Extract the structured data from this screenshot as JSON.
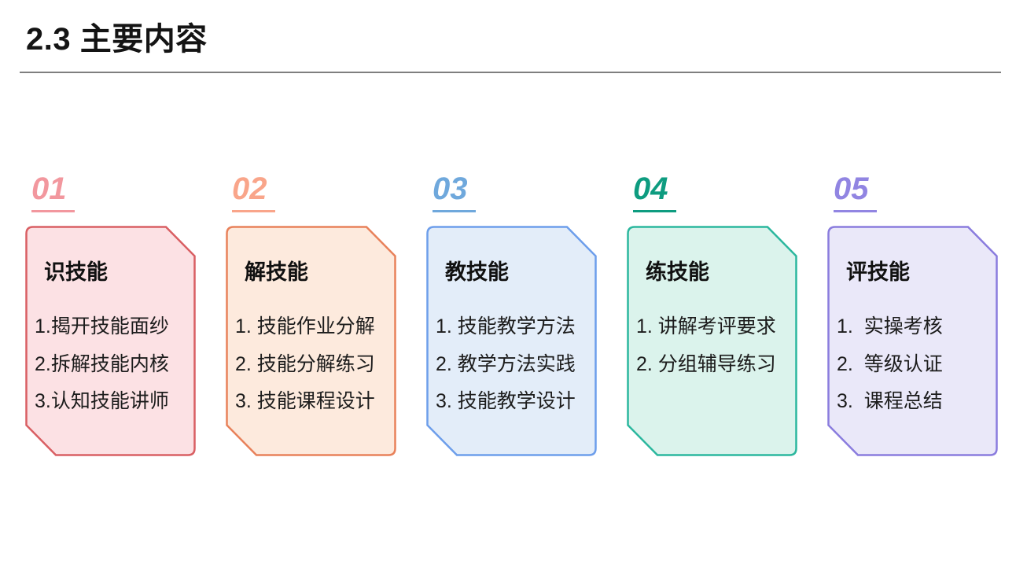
{
  "header": {
    "title": "2.3 主要内容"
  },
  "divider_color": "#7f7f7f",
  "cards": [
    {
      "number": "01",
      "title": "识技能",
      "items": [
        "1.揭开技能面纱",
        "2.拆解技能内核",
        "3.认知技能讲师"
      ],
      "accent": "#F2979E",
      "border": "#D95F63",
      "fill": "#FCE1E4"
    },
    {
      "number": "02",
      "title": "解技能",
      "items": [
        "1. 技能作业分解",
        "2. 技能分解练习",
        "3. 技能课程设计"
      ],
      "accent": "#F9A58A",
      "border": "#E8815A",
      "fill": "#FDEADD"
    },
    {
      "number": "03",
      "title": "教技能",
      "items": [
        "1. 技能教学方法",
        "2. 教学方法实践",
        "3. 技能教学设计"
      ],
      "accent": "#6FA8DC",
      "border": "#6D9EEB",
      "fill": "#E3EDF9"
    },
    {
      "number": "04",
      "title": "练技能",
      "items": [
        "1. 讲解考评要求",
        "2. 分组辅导练习"
      ],
      "accent": "#0E9C80",
      "border": "#2BB79E",
      "fill": "#DBF3EC"
    },
    {
      "number": "05",
      "title": "评技能",
      "items": [
        "1.  实操考核",
        "2.  等级认证",
        "3.  课程总结"
      ],
      "accent": "#9185E2",
      "border": "#8A7CDE",
      "fill": "#EAE8F9"
    }
  ]
}
